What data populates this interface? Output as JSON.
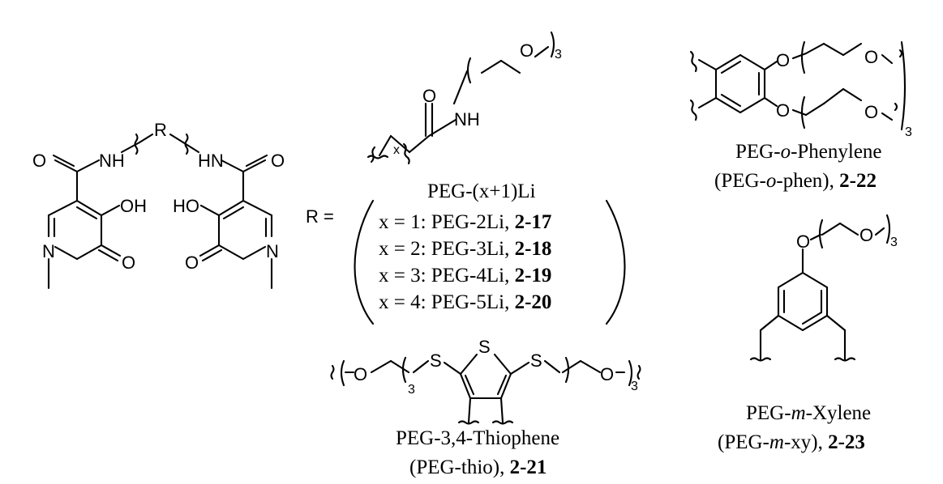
{
  "atoms": {
    "O": "O",
    "NH": "NH",
    "HN": "HN",
    "OH": "OH",
    "HO": "HO",
    "N": "N",
    "R": "R",
    "S": "S",
    "x": "x",
    "three": "3"
  },
  "r_equals": "R =",
  "peg_li": {
    "title": "PEG-(x+1)Li",
    "rows": [
      {
        "cond": "x = 1: PEG-2Li, ",
        "id": "2-17"
      },
      {
        "cond": "x = 2: PEG-3Li, ",
        "id": "2-18"
      },
      {
        "cond": "x = 3: PEG-4Li, ",
        "id": "2-19"
      },
      {
        "cond": "x = 4: PEG-5Li, ",
        "id": "2-20"
      }
    ]
  },
  "thiophene": {
    "line1": "PEG-3,4-Thiophene",
    "line2": "(PEG-thio), ",
    "id": "2-21"
  },
  "o_phenylene": {
    "line1_a": "PEG-",
    "line1_b": "o",
    "line1_c": "-Phenylene",
    "line2_a": "(PEG-",
    "line2_b": "o",
    "line2_c": "-phen), ",
    "id": "2-22"
  },
  "m_xylene": {
    "line1_a": "PEG-",
    "line1_b": "m",
    "line1_c": "-Xylene",
    "line2_a": "(PEG-",
    "line2_b": "m",
    "line2_c": "-xy), ",
    "id": "2-23"
  }
}
